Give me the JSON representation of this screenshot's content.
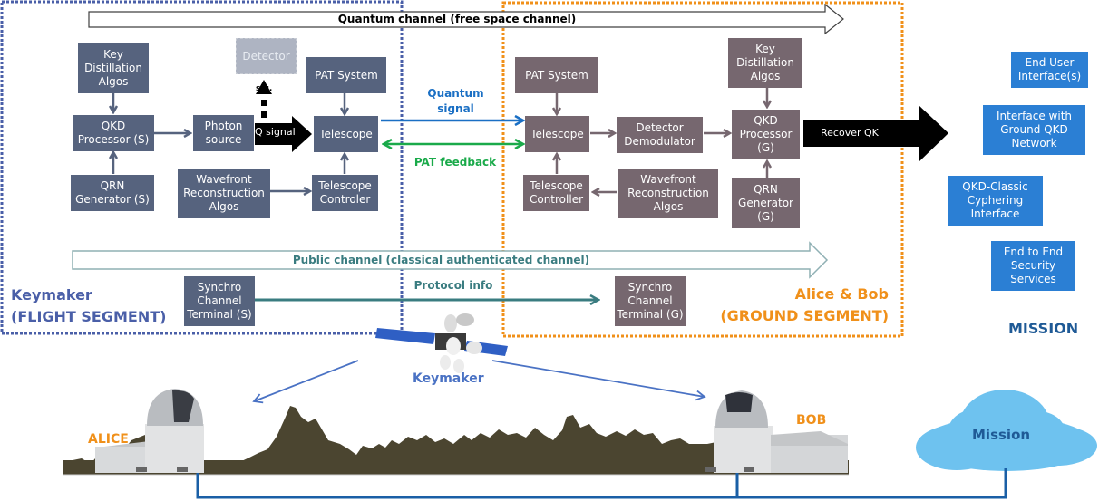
{
  "colors": {
    "flight_box": "#56637e",
    "ground_box": "#76676f",
    "mission_box": "#2b7fd4",
    "flight_border": "#4a5fa8",
    "ground_border": "#f0901a",
    "quantum_signal": "#1a6fc4",
    "pat_feedback": "#1aaa4a",
    "protocol": "#3a7c80",
    "terrain": "#4b4530",
    "cloud": "#6ec2ef"
  },
  "channels": {
    "quantum": "Quantum channel (free space channel)",
    "public": "Public channel (classical authenticated channel)"
  },
  "flight": {
    "title": "Keymaker\n(FLIGHT SEGMENT)",
    "key_distillation": "Key\nDistillation\nAlgos",
    "qkd_processor": "QKD\nProcessor (S)",
    "qrn_generator": "QRN\nGenerator (S)",
    "photon_source": "Photon\nsource",
    "detector": "Detector",
    "sig_label": "sig.",
    "q_signal": "Q signal",
    "pat_system": "PAT System",
    "telescope": "Telescope",
    "telescope_controler": "Telescope\nControler",
    "wavefront": "Wavefront\nReconstruction\nAlgos",
    "synchro": "Synchro\nChannel\nTerminal (S)"
  },
  "links": {
    "quantum_signal": "Quantum\nsignal",
    "pat_feedback": "PAT feedback",
    "protocol_info": "Protocol info"
  },
  "ground": {
    "title": "Alice & Bob\n(GROUND SEGMENT)",
    "pat_system": "PAT System",
    "telescope": "Telescope",
    "detector_demodulator": "Detector\nDemodulator",
    "key_distillation": "Key\nDistillation\nAlgos",
    "qkd_processor": "QKD\nProcessor\n(G)",
    "qrn_generator": "QRN\nGenerator\n(G)",
    "telescope_controller": "Telescope\nController",
    "wavefront": "Wavefront\nReconstruction\nAlgos",
    "synchro": "Synchro\nChannel\nTerminal (G)",
    "recover_qk": "Recover QK"
  },
  "mission": {
    "title": "MISSION",
    "end_user": "End User\nInterface(s)",
    "ground_network": "Interface with\nGround  QKD\nNetwork",
    "cyphering": "QKD-Classic\nCyphering\nInterface",
    "e2e": "End to End\nSecurity\nServices"
  },
  "scene": {
    "satellite_label": "Keymaker",
    "alice": "ALICE",
    "bob": "BOB",
    "cloud_label": "Mission"
  }
}
